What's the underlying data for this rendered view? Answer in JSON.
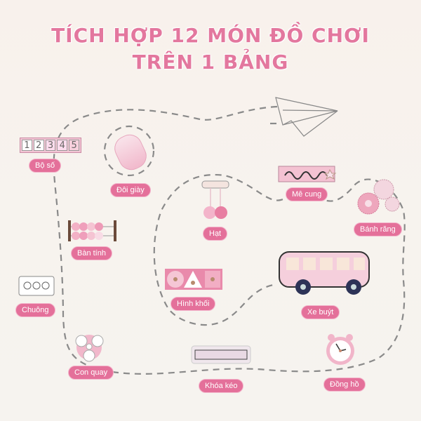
{
  "title": {
    "line1": "TÍCH HỢP 12 MÓN ĐỒ CHƠI",
    "line2": "TRÊN 1 BẢNG"
  },
  "colors": {
    "accent": "#e4709a",
    "title": "#e3779e",
    "background": "#f7f3ee",
    "path": "#8a8a8a"
  },
  "items": [
    {
      "label": "Bộ số",
      "icon": "number-board-icon",
      "digits": [
        "1",
        "2",
        "3",
        "4",
        "5"
      ]
    },
    {
      "label": "Đôi giày",
      "icon": "shoe-lace-icon"
    },
    {
      "label": "Hạt",
      "icon": "beads-icon"
    },
    {
      "label": "Mê cung",
      "icon": "maze-icon"
    },
    {
      "label": "Bánh răng",
      "icon": "gears-icon"
    },
    {
      "label": "Bàn tính",
      "icon": "abacus-icon"
    },
    {
      "label": "Chuông",
      "icon": "bells-icon"
    },
    {
      "label": "Hình khối",
      "icon": "shapes-icon"
    },
    {
      "label": "Xe buýt",
      "icon": "bus-icon"
    },
    {
      "label": "Con quay",
      "icon": "spinner-icon"
    },
    {
      "label": "Khóa kéo",
      "icon": "latch-icon"
    },
    {
      "label": "Đồng hồ",
      "icon": "clock-icon"
    }
  ]
}
